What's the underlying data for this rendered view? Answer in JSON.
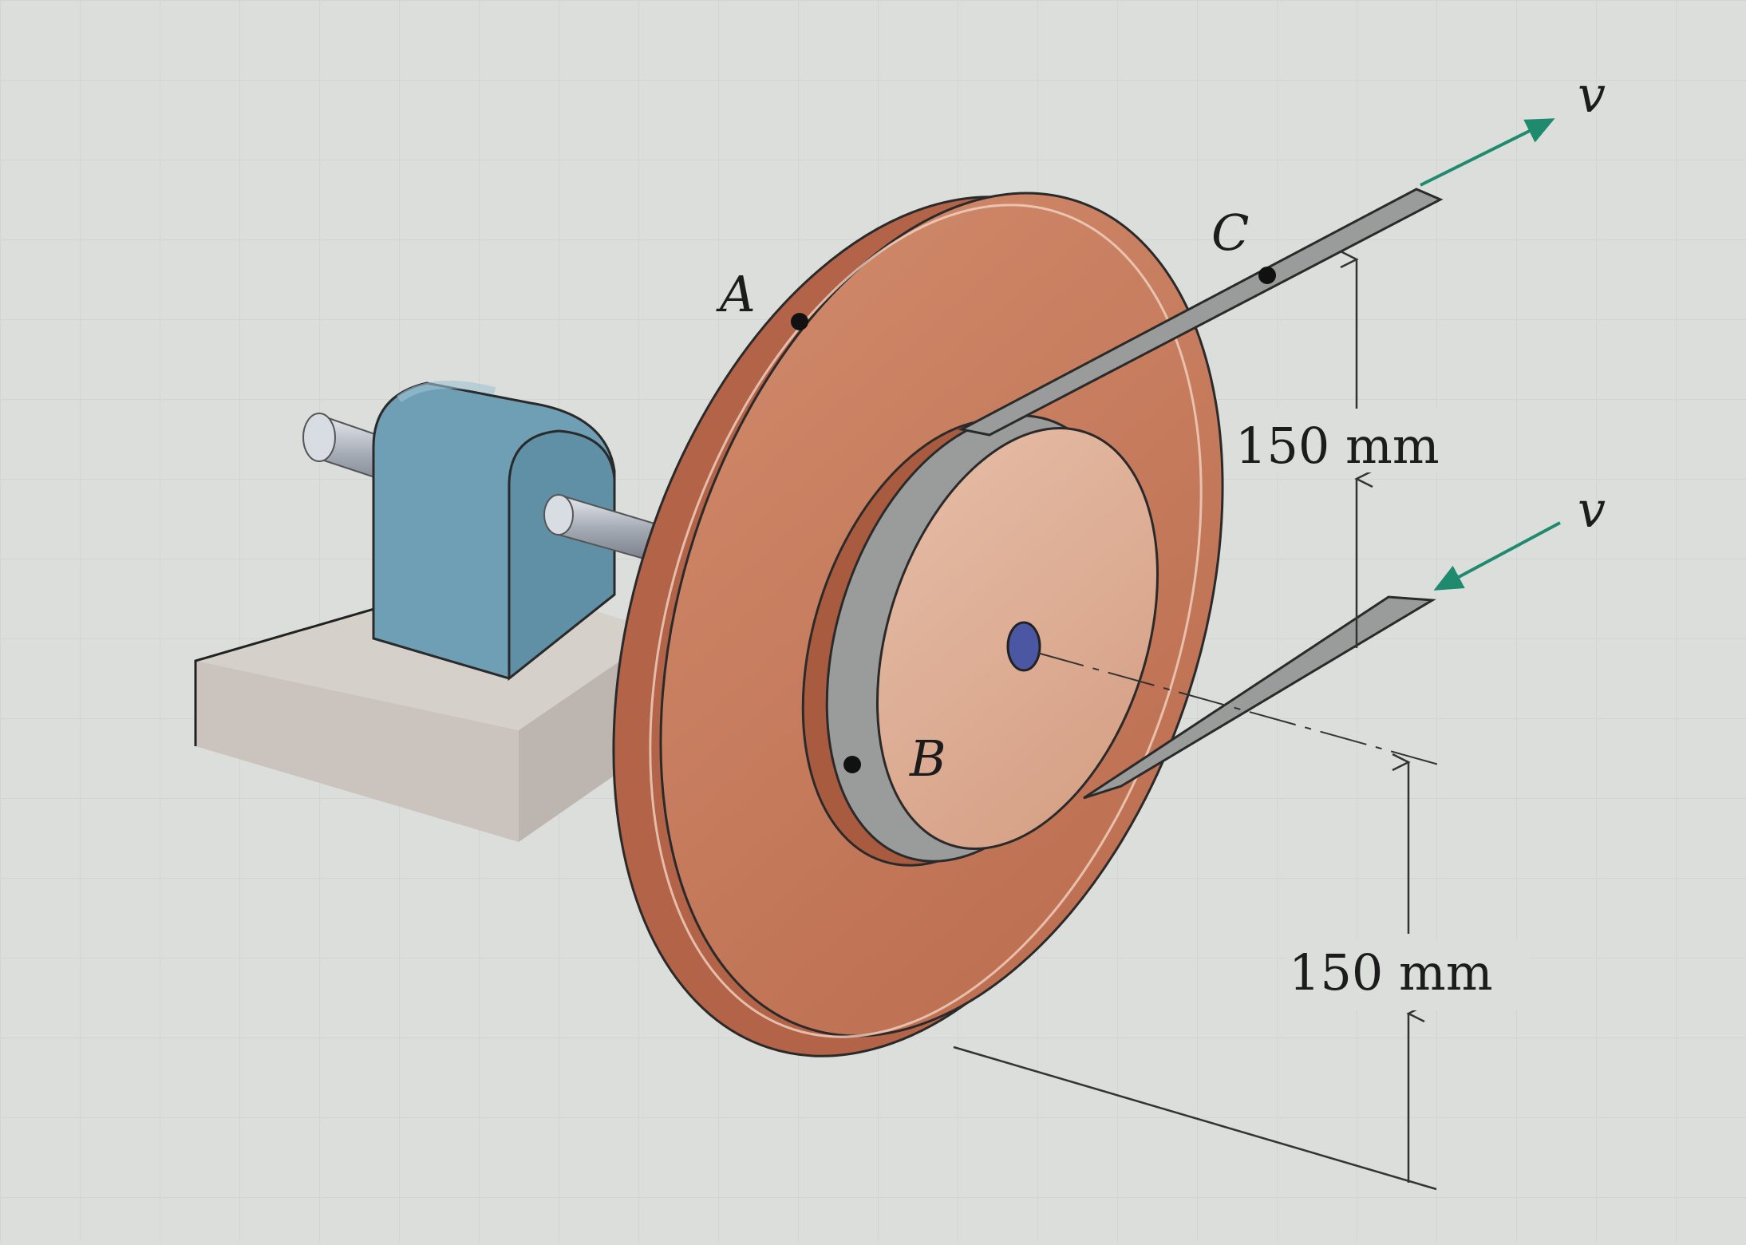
{
  "labels": {
    "point_a": "A",
    "point_b": "B",
    "point_c": "C",
    "velocity_top": "v",
    "velocity_bottom": "v",
    "dim_upper": "150 mm",
    "dim_lower": "150 mm"
  },
  "colors": {
    "background": "#dcdedb",
    "disk": "#c87a5a",
    "disk_rim": "#b36347",
    "hub": "#dfae95",
    "belt": "#9a9c9c",
    "bearing": "#6e9fb4",
    "shaft": "#a6acb6",
    "base": "#c9c3be",
    "arrow": "#1f8a6e",
    "center_pin": "#4b57a3"
  }
}
